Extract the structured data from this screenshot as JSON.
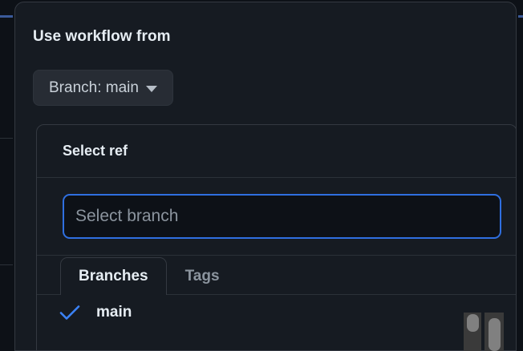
{
  "dialog": {
    "title": "Use workflow from",
    "branch_button": {
      "label": "Branch: main",
      "caret_icon": "chevron-down-icon"
    }
  },
  "select_ref_panel": {
    "title": "Select ref",
    "search": {
      "value": "",
      "placeholder": "Select branch",
      "focused": true
    },
    "tabs": [
      {
        "label": "Branches",
        "selected": true
      },
      {
        "label": "Tags",
        "selected": false
      }
    ],
    "items": [
      {
        "label": "main",
        "checked": true,
        "check_icon": "check-icon"
      }
    ]
  },
  "colors": {
    "page_background": "#0d1117",
    "dialog_background": "#161b22",
    "border": "#343941",
    "divider": "#2b3138",
    "text_primary": "#e6edf3",
    "text_muted": "#8b949e",
    "accent_blue": "#2f6fe0",
    "check_blue": "#3b82f6",
    "button_background": "#272c34",
    "scrollbar_track": "#3a3a3a",
    "scrollbar_thumb": "#808080"
  }
}
